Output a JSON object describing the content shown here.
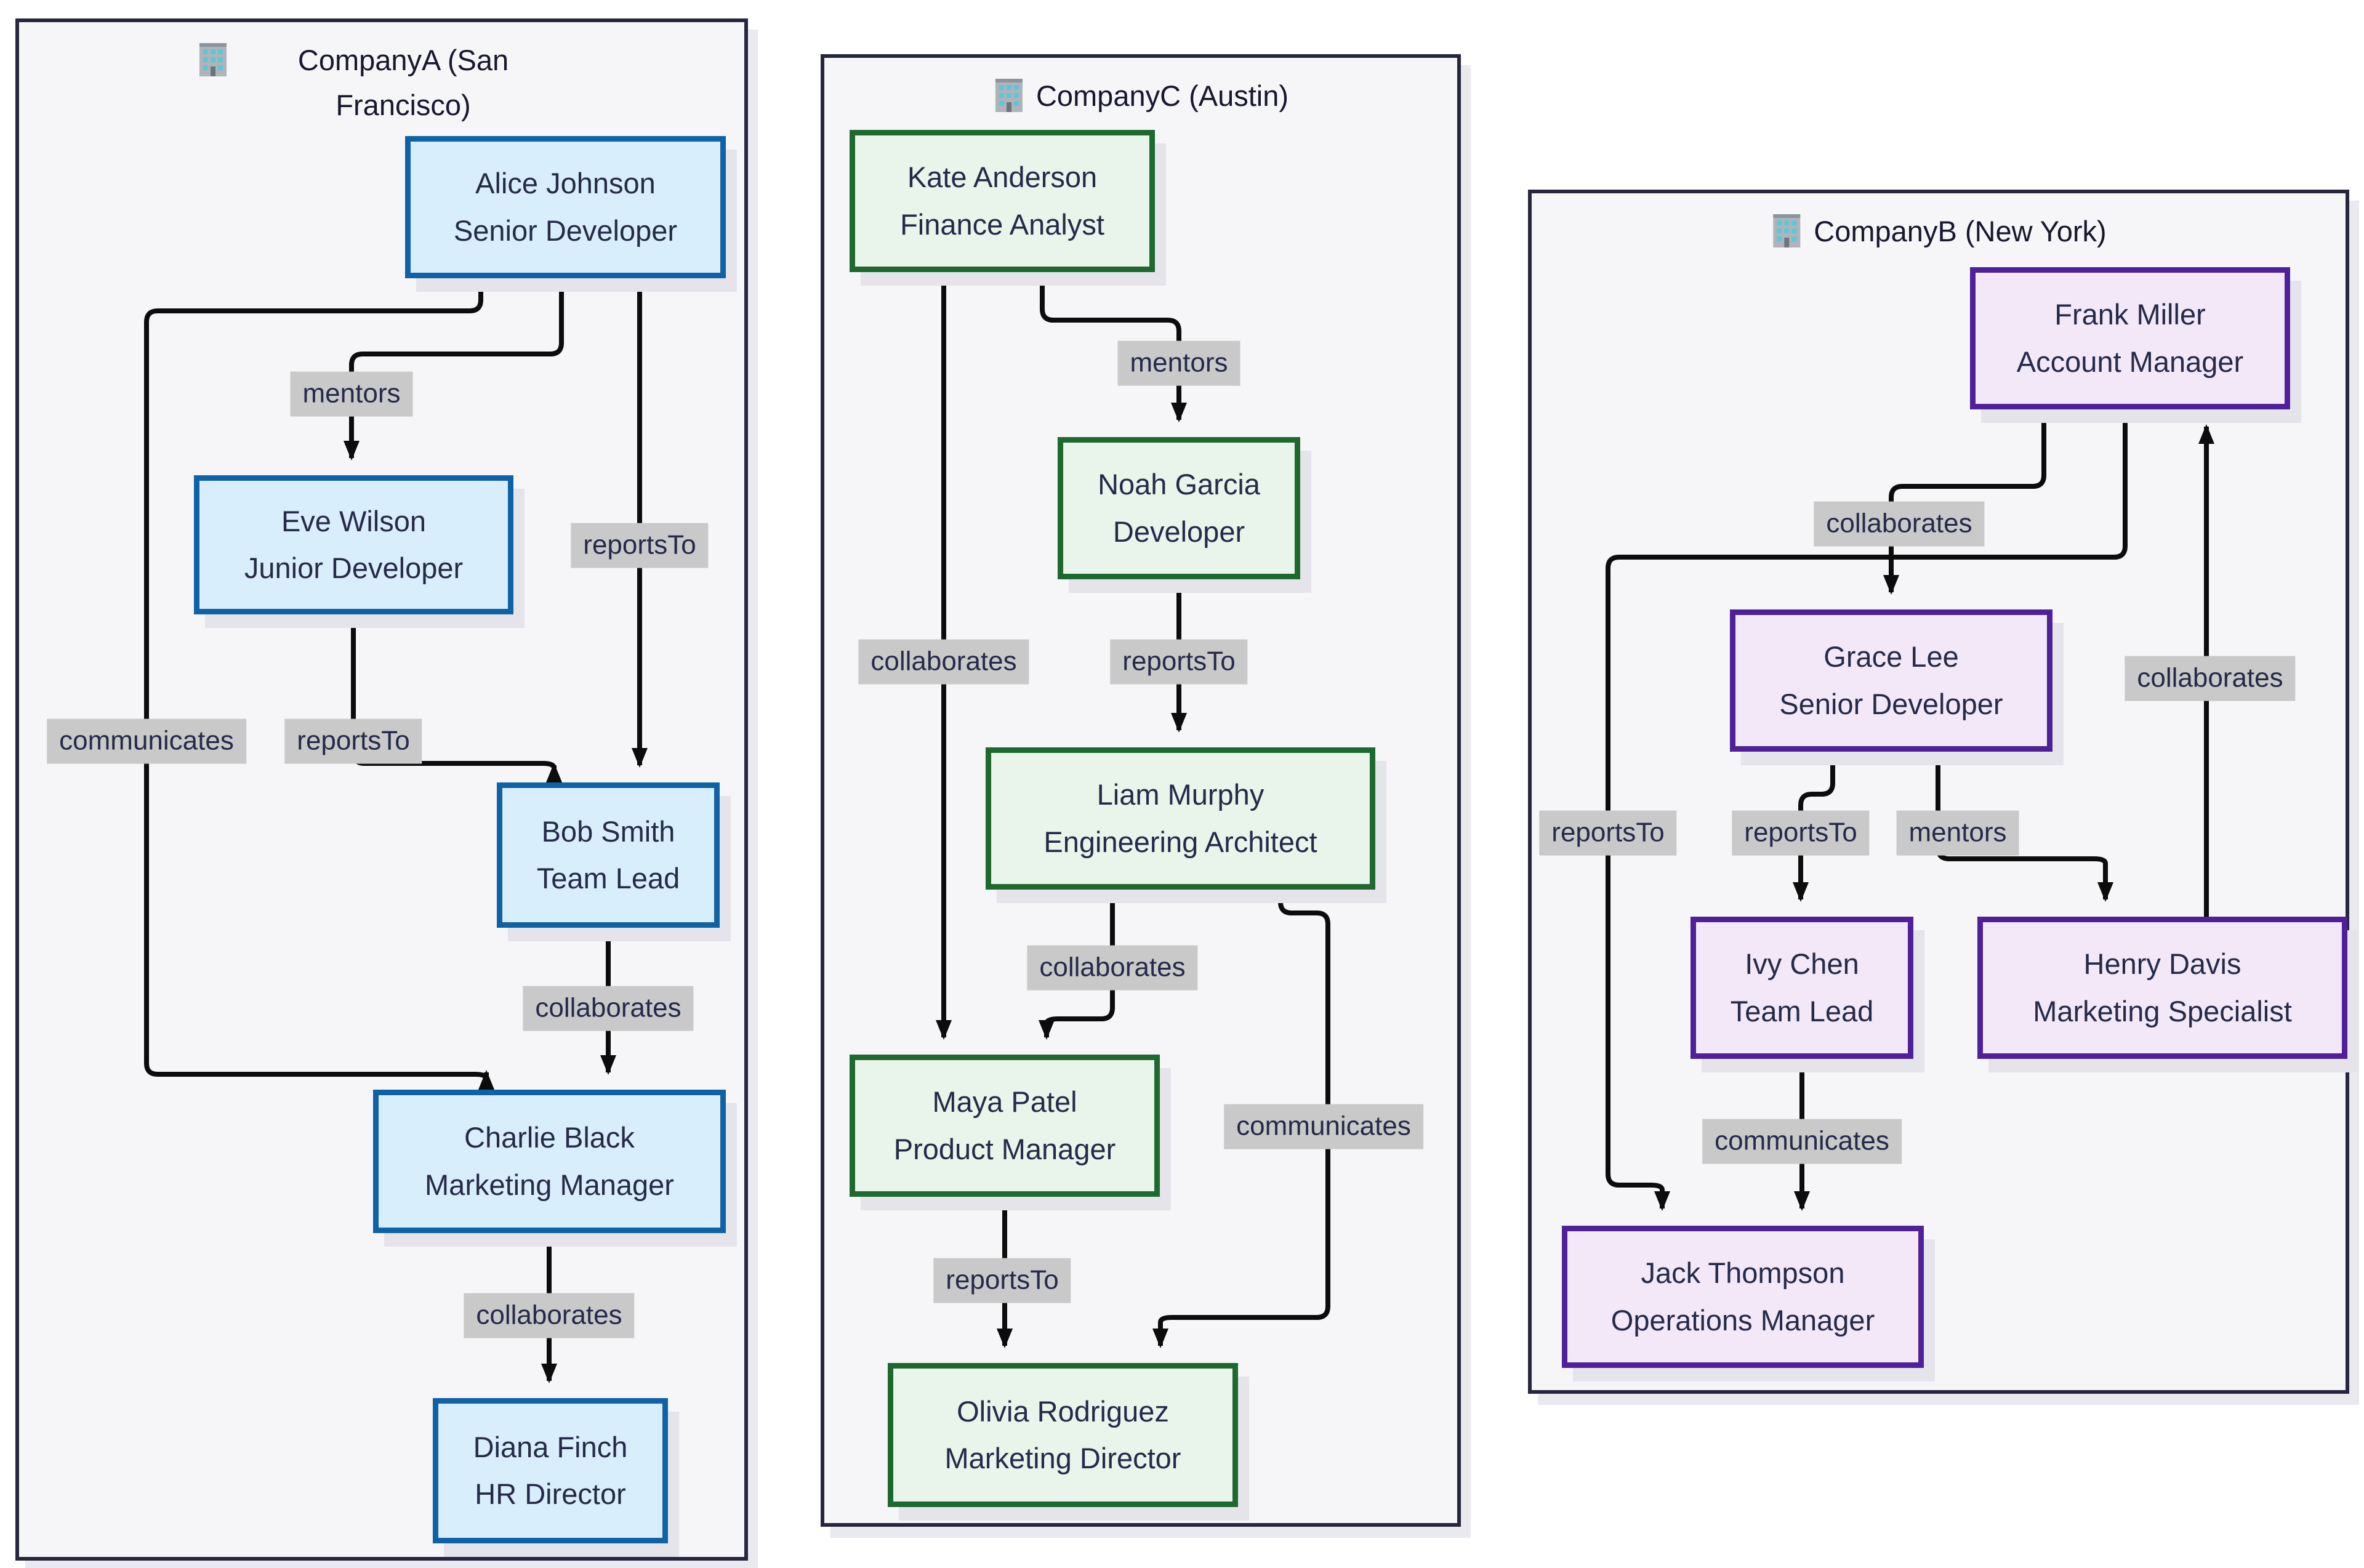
{
  "diagram_type": "organization-relationship-flowchart",
  "colors": {
    "page_bg": "#ffffff",
    "panel_bg": "#f6f6f9",
    "panel_border": "#26263f",
    "edge": "#0c0c0c",
    "edge_label_bg": "#c9c9c9",
    "text": "#252a49",
    "company_a_fill": "#d9eefc",
    "company_a_border": "#0f62a6",
    "company_c_fill": "#e9f4ea",
    "company_c_border": "#1d692e",
    "company_b_fill": "#f3e8f8",
    "company_b_border": "#50209b"
  },
  "icons": {
    "building": "building-icon"
  },
  "companies": [
    {
      "title": "CompanyA (San Francisco)",
      "name": "CompanyA",
      "location": "San Francisco",
      "nodes": [
        {
          "name": "Alice Johnson",
          "role": "Senior Developer"
        },
        {
          "name": "Eve Wilson",
          "role": "Junior Developer"
        },
        {
          "name": "Bob Smith",
          "role": "Team Lead"
        },
        {
          "name": "Charlie Black",
          "role": "Marketing Manager"
        },
        {
          "name": "Diana Finch",
          "role": "HR Director"
        }
      ],
      "edges": [
        {
          "from": "Alice Johnson",
          "to": "Eve Wilson",
          "label": "mentors"
        },
        {
          "from": "Alice Johnson",
          "to": "Bob Smith",
          "label": "reportsTo"
        },
        {
          "from": "Alice Johnson",
          "to": "Charlie Black",
          "label": "communicates"
        },
        {
          "from": "Eve Wilson",
          "to": "Bob Smith",
          "label": "reportsTo"
        },
        {
          "from": "Bob Smith",
          "to": "Charlie Black",
          "label": "collaborates"
        },
        {
          "from": "Charlie Black",
          "to": "Diana Finch",
          "label": "collaborates"
        }
      ]
    },
    {
      "title": "CompanyC (Austin)",
      "name": "CompanyC",
      "location": "Austin",
      "nodes": [
        {
          "name": "Kate Anderson",
          "role": "Finance Analyst"
        },
        {
          "name": "Noah Garcia",
          "role": "Developer"
        },
        {
          "name": "Liam Murphy",
          "role": "Engineering Architect"
        },
        {
          "name": "Maya Patel",
          "role": "Product Manager"
        },
        {
          "name": "Olivia Rodriguez",
          "role": "Marketing Director"
        }
      ],
      "edges": [
        {
          "from": "Kate Anderson",
          "to": "Noah Garcia",
          "label": "mentors"
        },
        {
          "from": "Kate Anderson",
          "to": "Maya Patel",
          "label": "collaborates"
        },
        {
          "from": "Noah Garcia",
          "to": "Liam Murphy",
          "label": "reportsTo"
        },
        {
          "from": "Liam Murphy",
          "to": "Maya Patel",
          "label": "collaborates"
        },
        {
          "from": "Liam Murphy",
          "to": "Olivia Rodriguez",
          "label": "communicates"
        },
        {
          "from": "Maya Patel",
          "to": "Olivia Rodriguez",
          "label": "reportsTo"
        }
      ]
    },
    {
      "title": "CompanyB (New York)",
      "name": "CompanyB",
      "location": "New York",
      "nodes": [
        {
          "name": "Frank Miller",
          "role": "Account Manager"
        },
        {
          "name": "Grace Lee",
          "role": "Senior Developer"
        },
        {
          "name": "Ivy Chen",
          "role": "Team Lead"
        },
        {
          "name": "Henry Davis",
          "role": "Marketing Specialist"
        },
        {
          "name": "Jack Thompson",
          "role": "Operations Manager"
        }
      ],
      "edges": [
        {
          "from": "Frank Miller",
          "to": "Grace Lee",
          "label": "collaborates"
        },
        {
          "from": "Frank Miller",
          "to": "Jack Thompson",
          "label": "reportsTo"
        },
        {
          "from": "Grace Lee",
          "to": "Ivy Chen",
          "label": "reportsTo"
        },
        {
          "from": "Grace Lee",
          "to": "Henry Davis",
          "label": "mentors"
        },
        {
          "from": "Henry Davis",
          "to": "Frank Miller",
          "label": "collaborates"
        },
        {
          "from": "Ivy Chen",
          "to": "Jack Thompson",
          "label": "communicates"
        }
      ]
    }
  ]
}
